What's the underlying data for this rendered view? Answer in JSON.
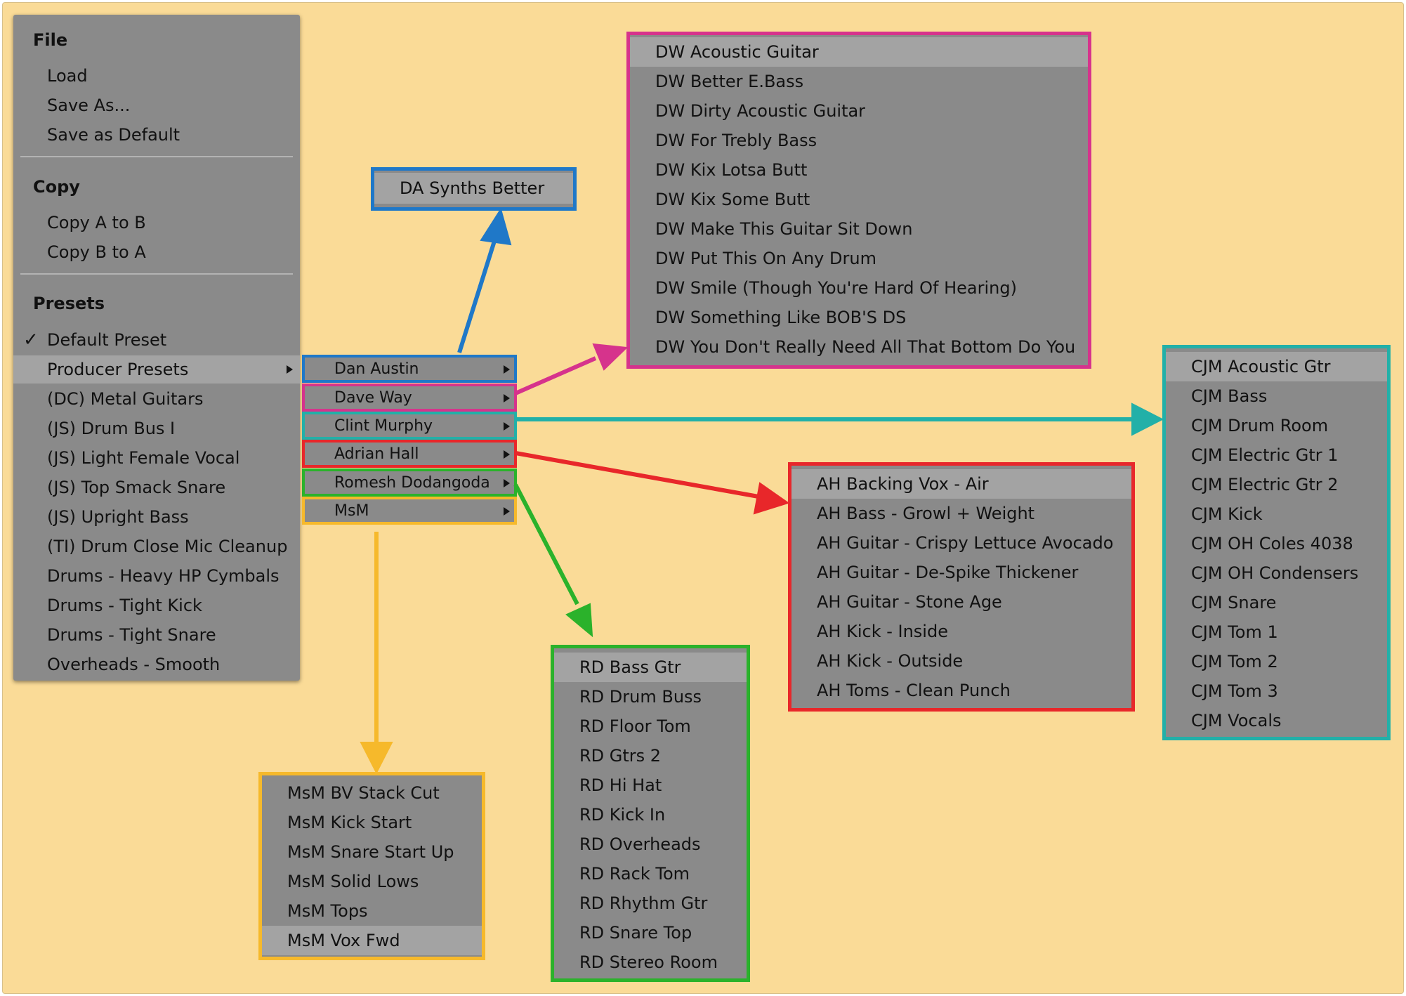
{
  "colors": {
    "background": "#fadb97",
    "menu": "#8a8a8a",
    "menu_highlight": "#a3a3a3",
    "blue": "#1f78c8",
    "magenta": "#d6338c",
    "teal": "#22b0a8",
    "red": "#e8272a",
    "green": "#2bb22b",
    "yellow": "#f6b92b"
  },
  "main_menu": {
    "file_header": "File",
    "load": "Load",
    "save_as": "Save As...",
    "save_default": "Save as Default",
    "copy_header": "Copy",
    "copy_a_b": "Copy A to B",
    "copy_b_a": "Copy B to A",
    "presets_header": "Presets",
    "check_mark": "✓",
    "default_preset": "Default Preset",
    "producer_presets": "Producer Presets",
    "presets": [
      "(DC) Metal Guitars",
      "(JS) Drum Bus I",
      "(JS) Light Female Vocal",
      "(JS) Top Smack Snare",
      "(JS) Upright Bass",
      "(TI) Drum Close Mic Cleanup",
      "Drums - Heavy HP Cymbals",
      "Drums - Tight Kick",
      "Drums - Tight Snare",
      "Overheads - Smooth"
    ]
  },
  "producers": [
    "Dan Austin",
    "Dave Way",
    "Clint Murphy",
    "Adrian Hall",
    "Romesh Dodangoda",
    "MsM"
  ],
  "submenus": {
    "dan_austin": [
      "DA Synths Better"
    ],
    "dave_way": [
      "DW Acoustic Guitar",
      "DW Better E.Bass",
      "DW Dirty Acoustic Guitar",
      "DW For Trebly Bass",
      "DW Kix Lotsa Butt",
      "DW Kix Some Butt",
      "DW Make This Guitar Sit Down",
      "DW Put This On Any Drum",
      "DW Smile (Though You're Hard Of Hearing)",
      "DW Something Like BOB'S DS",
      "DW You Don't Really Need All That Bottom Do You"
    ],
    "clint_murphy": [
      "CJM Acoustic Gtr",
      "CJM Bass",
      "CJM Drum Room",
      "CJM Electric Gtr 1",
      "CJM Electric Gtr 2",
      "CJM Kick",
      "CJM OH Coles 4038",
      "CJM OH Condensers",
      "CJM Snare",
      "CJM Tom 1",
      "CJM Tom 2",
      "CJM Tom 3",
      "CJM Vocals"
    ],
    "adrian_hall": [
      "AH Backing Vox - Air",
      "AH Bass - Growl + Weight",
      "AH Guitar - Crispy Lettuce Avocado",
      "AH Guitar - De-Spike Thickener",
      "AH Guitar - Stone Age",
      "AH Kick - Inside",
      "AH Kick - Outside",
      "AH Toms - Clean Punch"
    ],
    "romesh": [
      "RD Bass Gtr",
      "RD Drum Buss",
      "RD Floor Tom",
      "RD Gtrs 2",
      "RD Hi Hat",
      "RD Kick In",
      "RD Overheads",
      "RD Rack Tom",
      "RD Rhythm Gtr",
      "RD Snare Top",
      "RD Stereo Room"
    ],
    "msm": [
      "MsM BV Stack Cut",
      "MsM Kick Start",
      "MsM Snare Start Up",
      "MsM Solid Lows",
      "MsM Tops",
      "MsM Vox Fwd"
    ]
  }
}
